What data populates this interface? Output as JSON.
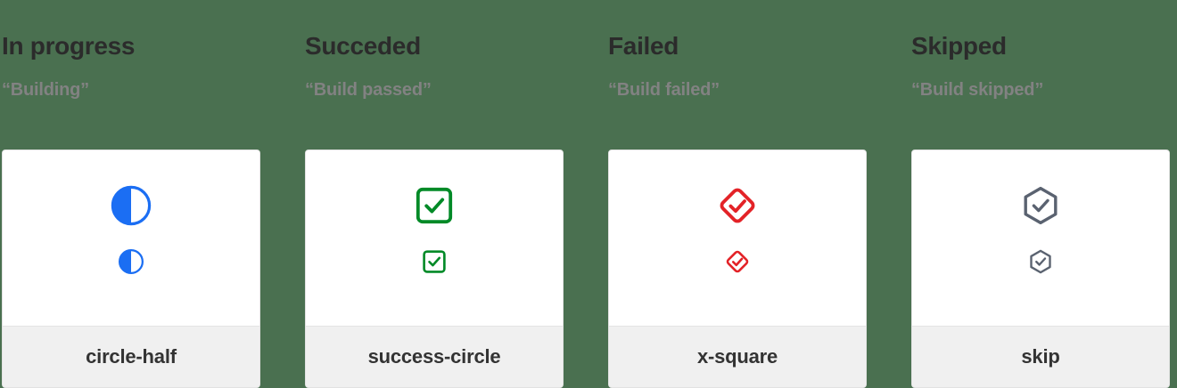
{
  "page": {
    "background_color": "#4A7050",
    "card_background": "#FFFFFF",
    "footer_background": "#F0F0F0"
  },
  "columns": [
    {
      "title": "In progress",
      "subtitle": "“Building”",
      "icon_name": "circle-half-icon",
      "icon_label": "circle-half",
      "color": "#1B6EF3"
    },
    {
      "title": "Succeded",
      "subtitle": "“Build passed”",
      "icon_name": "success-circle-icon",
      "icon_label": "success-circle",
      "color": "#018A27"
    },
    {
      "title": "Failed",
      "subtitle": "“Build failed”",
      "icon_name": "x-square-icon",
      "icon_label": "x-square",
      "color": "#E32227"
    },
    {
      "title": "Skipped",
      "subtitle": "“Build skipped”",
      "icon_name": "skip-icon",
      "icon_label": "skip",
      "color": "#5A6270"
    }
  ]
}
